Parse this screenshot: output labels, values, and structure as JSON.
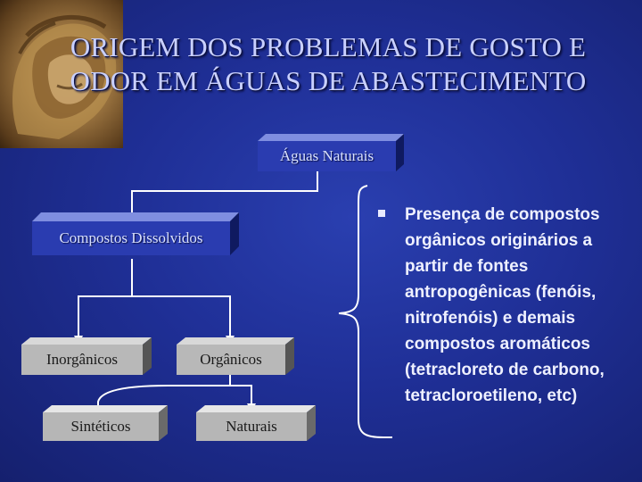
{
  "slide": {
    "title_line1": "ORIGEM DOS PROBLEMAS DE GOSTO E",
    "title_line2": "ODOR EM ÁGUAS DE ABASTECIMENTO"
  },
  "diagram": {
    "root": "Águas Naturais",
    "level1": "Compostos Dissolvidos",
    "inorganic": "Inorgânicos",
    "organic": "Orgânicos",
    "synthetic": "Sintéticos",
    "natural": "Naturais"
  },
  "bullets": [
    "Presença de compostos orgânicos originários a partir de fontes antropogênicas (fenóis, nitrofenóis) e demais compostos aromáticos (tetracloreto de carbono, tetracloroetileno, etc)"
  ],
  "colors": {
    "background": "#1f2f96",
    "title": "#c9d0ff",
    "box_fill": "#2a3cb0",
    "connector": "#ffffff"
  },
  "icons": {
    "logo": "warrior-helmet-medallion-icon",
    "bullet": "square-bullet-icon"
  }
}
